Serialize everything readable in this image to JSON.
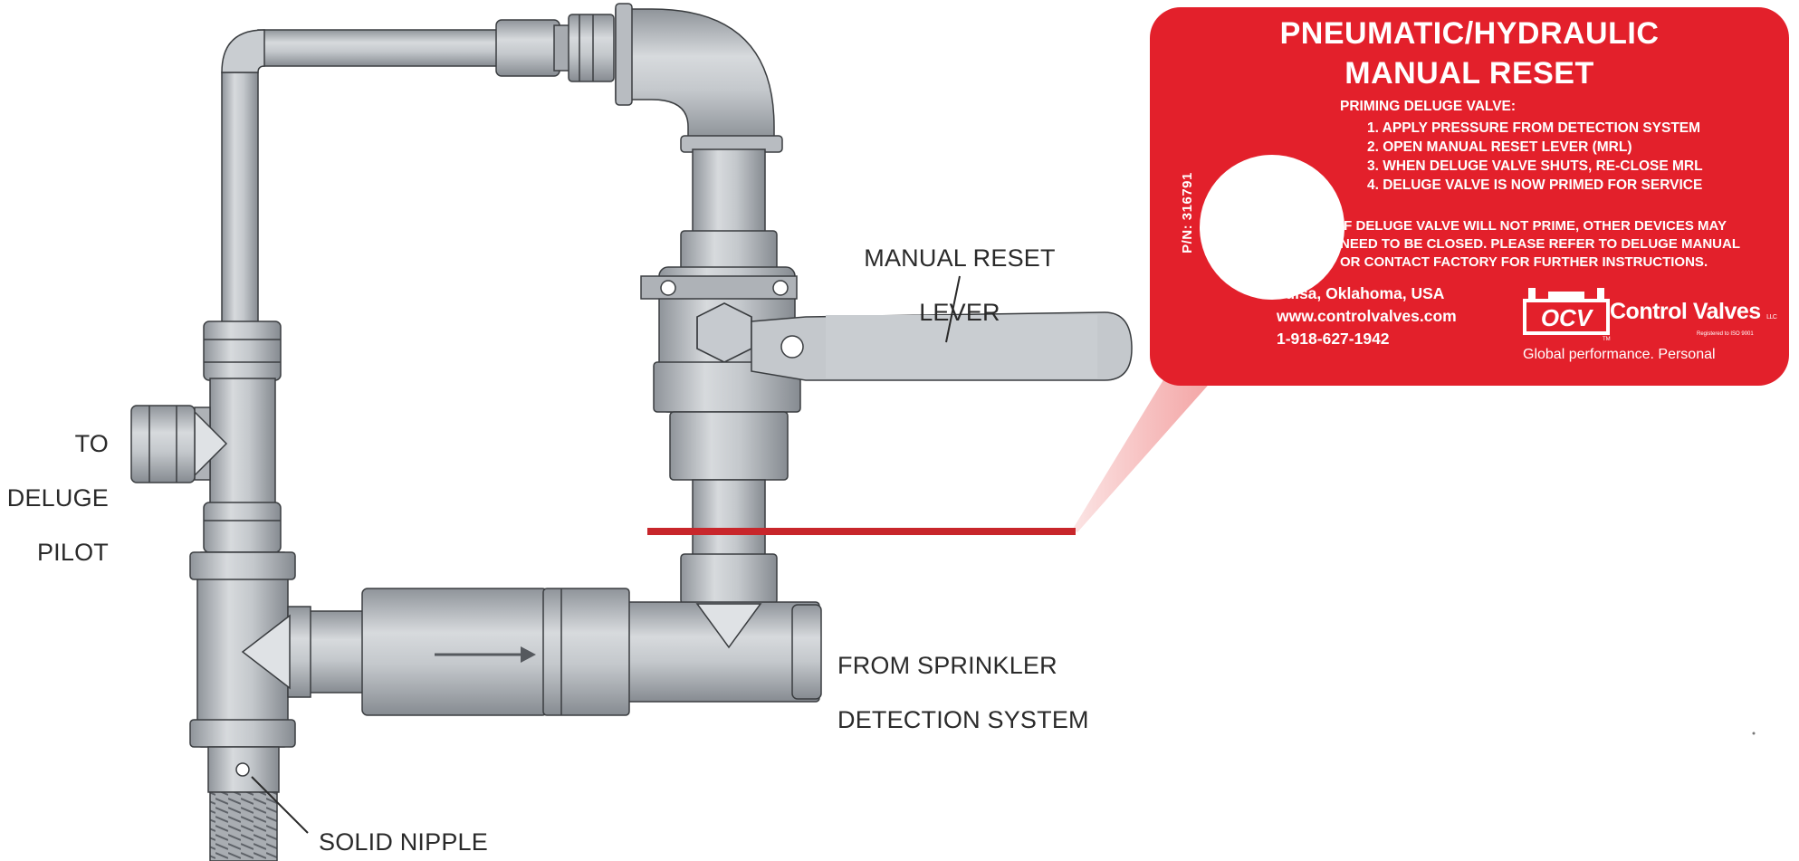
{
  "labels": {
    "to_deluge_pilot": [
      "TO",
      "DELUGE",
      "PILOT"
    ],
    "manual_reset_lever": [
      "MANUAL RESET",
      "LEVER"
    ],
    "from_sprinkler": [
      "FROM SPRINKLER",
      "DETECTION SYSTEM"
    ],
    "solid_nipple": "SOLID NIPPLE"
  },
  "tag": {
    "title_line1": "PNEUMATIC/HYDRAULIC",
    "title_line2": "MANUAL RESET",
    "part_number": "P/N: 316791",
    "priming_heading": "PRIMING DELUGE VALVE:",
    "steps": [
      "1. APPLY PRESSURE FROM DETECTION SYSTEM",
      "2. OPEN MANUAL RESET LEVER (MRL)",
      "3. WHEN DELUGE VALVE SHUTS, RE-CLOSE MRL",
      "4. DELUGE VALVE IS NOW PRIMED FOR SERVICE"
    ],
    "warning_lines": [
      "IF DELUGE VALVE WILL NOT PRIME, OTHER DEVICES MAY",
      "NEED TO BE CLOSED.  PLEASE REFER TO DELUGE MANUAL",
      "OR CONTACT FACTORY FOR FURTHER INSTRUCTIONS."
    ],
    "city": "Tulsa, Oklahoma, USA",
    "website": "www.controlvalves.com",
    "phone": "1-918-627-1942",
    "logo_mark": "OCV",
    "brand": "Control Valves",
    "brand_suffix": "LLC",
    "trademark": "TM",
    "iso_note": "Registered to ISO 9001",
    "tagline": "Global performance. Personal"
  },
  "colors": {
    "tag_red": "#e3202b",
    "pipe_metal": "#b4b8bd",
    "pipe_dark": "#7d8288",
    "outline": "#3a3d40",
    "cut_line": "#c8262b"
  },
  "icons": {
    "flow_arrow": "right-arrow-icon"
  }
}
